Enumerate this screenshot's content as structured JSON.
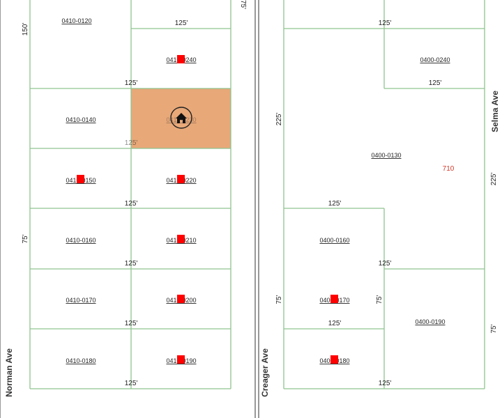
{
  "streets": {
    "norman": "Norman Ave",
    "creager": "Creager Ave",
    "selma": "Selma Ave"
  },
  "parcels": {
    "p0410_0120": "0410-0120",
    "p0410_0140": "0410-0140",
    "p0410_0150": "0410-0150",
    "p0410_0160": "0410-0160",
    "p0410_0170": "0410-0170",
    "p0410_0180": "0410-0180",
    "p0410_0240": "0410-0240",
    "p0410_0230": "0410-0230",
    "p0410_0220": "0410-0220",
    "p0410_0210": "0410-0210",
    "p0410_0200": "0410-0200",
    "p0410_0190": "0410-0190",
    "p0400_0240": "0400-0240",
    "p0400_0130": "0400-0130",
    "p0400_0160": "0400-0160",
    "p0400_0170": "0400-0170",
    "p0400_0180": "0400-0180",
    "p0400_0190": "0400-0190"
  },
  "dims": {
    "d125": "125'",
    "d150": "150'",
    "d75": "75'",
    "d225": "225'"
  },
  "address": "710",
  "colors": {
    "selected_parcel": "#e8a878",
    "lot_line": "#8fc38f",
    "marker": "#ff0000"
  },
  "icons": {
    "home": "home-icon"
  }
}
